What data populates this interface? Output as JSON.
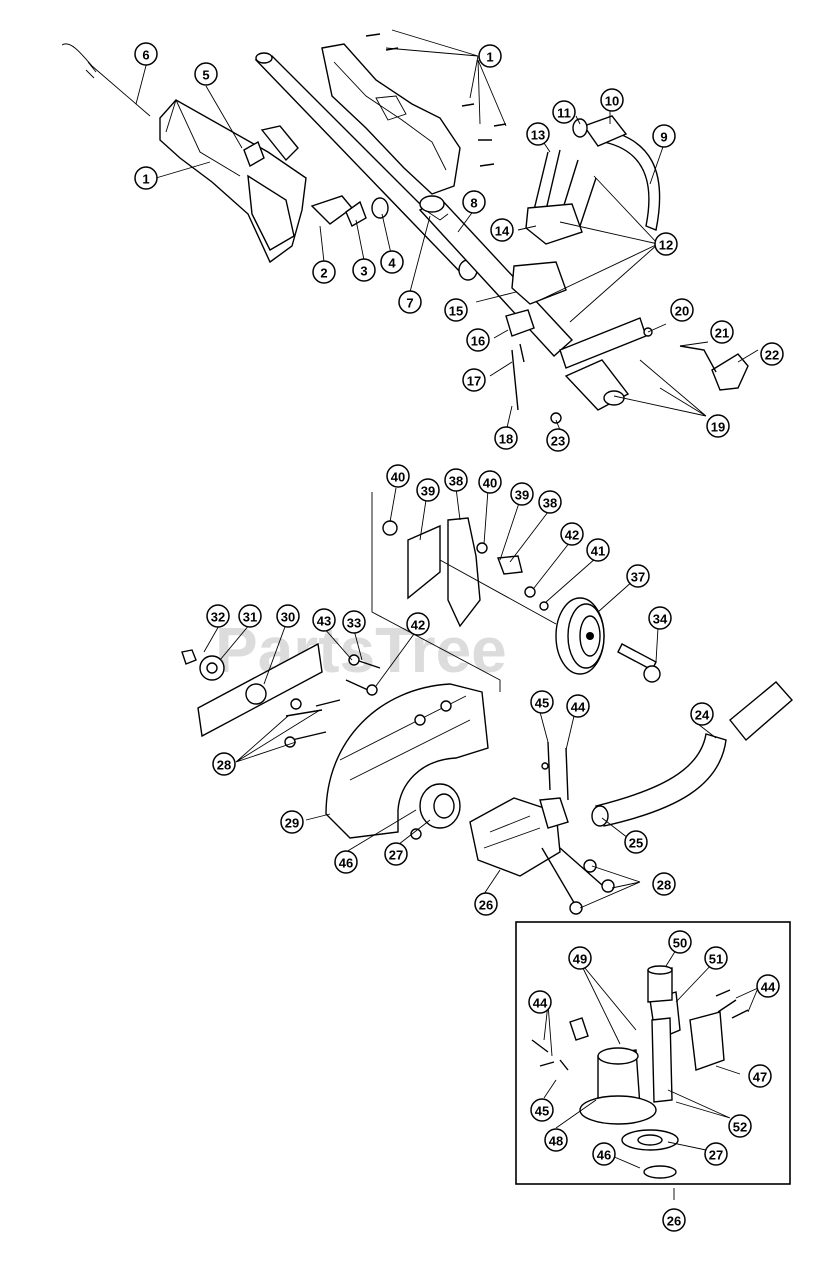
{
  "watermark": "PartsTree",
  "callouts": {
    "c1a": "1",
    "c1b": "1",
    "c2": "2",
    "c3": "3",
    "c4": "4",
    "c5": "5",
    "c6": "6",
    "c7": "7",
    "c8": "8",
    "c9": "9",
    "c10": "10",
    "c11": "11",
    "c12": "12",
    "c13": "13",
    "c14": "14",
    "c15": "15",
    "c16": "16",
    "c17": "17",
    "c18": "18",
    "c19": "19",
    "c20": "20",
    "c21": "21",
    "c22": "22",
    "c23": "23",
    "c24": "24",
    "c25": "25",
    "c26a": "26",
    "c26b": "26",
    "c27a": "27",
    "c27b": "27",
    "c28a": "28",
    "c28b": "28",
    "c29": "29",
    "c30": "30",
    "c31": "31",
    "c32": "32",
    "c33": "33",
    "c34": "34",
    "c37": "37",
    "c38a": "38",
    "c38b": "38",
    "c39a": "39",
    "c39b": "39",
    "c40a": "40",
    "c40b": "40",
    "c41": "41",
    "c42a": "42",
    "c42b": "42",
    "c43": "43",
    "c44a": "44",
    "c44b": "44",
    "c44c": "44",
    "c45a": "45",
    "c45b": "45",
    "c46a": "46",
    "c46b": "46",
    "c47": "47",
    "c48": "48",
    "c49": "49",
    "c50": "50",
    "c51": "51",
    "c52": "52"
  }
}
